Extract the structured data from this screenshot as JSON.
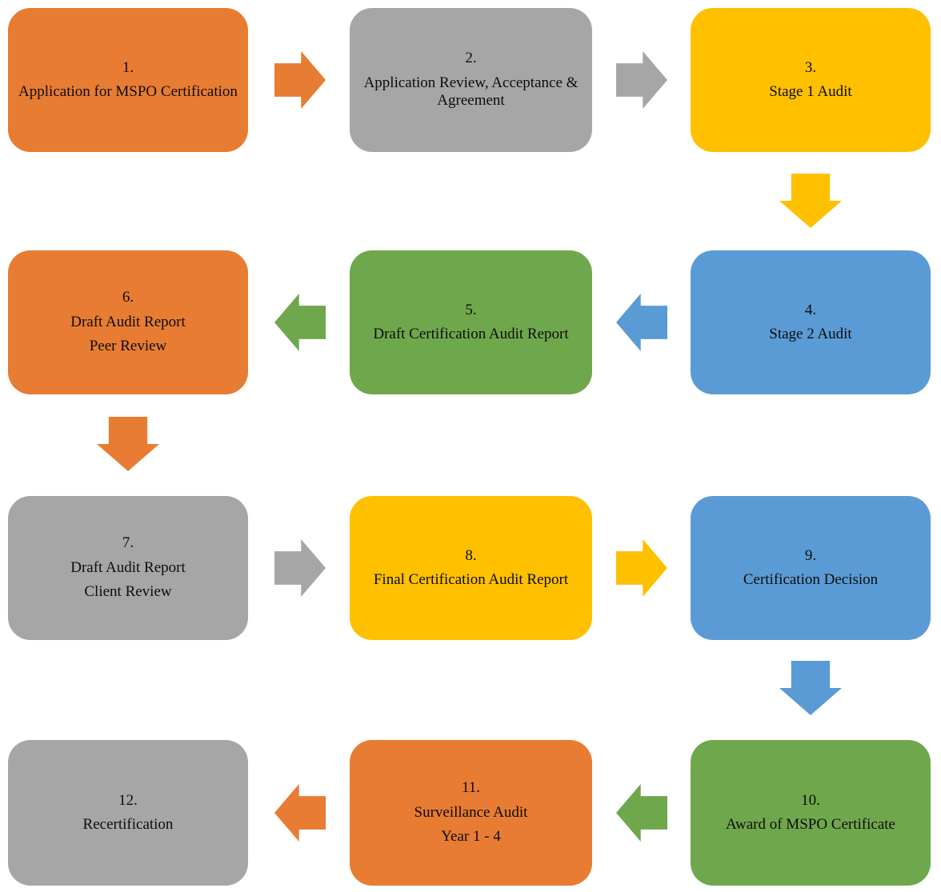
{
  "palette": {
    "orange": "#E87C33",
    "gray": "#A6A6A6",
    "yellow": "#FFC000",
    "blue": "#5B9BD5",
    "green": "#6FA84C",
    "text": "#0D0D0D",
    "background": "#FFFFFF"
  },
  "flow": {
    "steps": [
      {
        "number": "1.",
        "lines": [
          "Application for MSPO Certification"
        ],
        "color": "orange"
      },
      {
        "number": "2.",
        "lines": [
          "Application Review, Acceptance & Agreement"
        ],
        "color": "gray"
      },
      {
        "number": "3.",
        "lines": [
          "Stage 1 Audit"
        ],
        "color": "yellow"
      },
      {
        "number": "4.",
        "lines": [
          "Stage 2 Audit"
        ],
        "color": "blue"
      },
      {
        "number": "5.",
        "lines": [
          "Draft Certification Audit Report"
        ],
        "color": "green"
      },
      {
        "number": "6.",
        "lines": [
          "Draft Audit Report",
          "Peer Review"
        ],
        "color": "orange"
      },
      {
        "number": "7.",
        "lines": [
          "Draft Audit Report",
          "Client Review"
        ],
        "color": "gray"
      },
      {
        "number": "8.",
        "lines": [
          "Final Certification Audit Report"
        ],
        "color": "yellow"
      },
      {
        "number": "9.",
        "lines": [
          "Certification Decision"
        ],
        "color": "blue"
      },
      {
        "number": "10.",
        "lines": [
          "Award of MSPO Certificate"
        ],
        "color": "green"
      },
      {
        "number": "11.",
        "lines": [
          "Surveillance Audit",
          "Year 1 - 4"
        ],
        "color": "orange"
      },
      {
        "number": "12.",
        "lines": [
          "Recertification"
        ],
        "color": "gray"
      }
    ],
    "connectors": [
      {
        "from": 1,
        "to": 2,
        "direction": "right",
        "color": "orange"
      },
      {
        "from": 2,
        "to": 3,
        "direction": "right",
        "color": "gray"
      },
      {
        "from": 3,
        "to": 4,
        "direction": "down",
        "color": "yellow"
      },
      {
        "from": 4,
        "to": 5,
        "direction": "left",
        "color": "blue"
      },
      {
        "from": 5,
        "to": 6,
        "direction": "left",
        "color": "green"
      },
      {
        "from": 6,
        "to": 7,
        "direction": "down",
        "color": "orange"
      },
      {
        "from": 7,
        "to": 8,
        "direction": "right",
        "color": "gray"
      },
      {
        "from": 8,
        "to": 9,
        "direction": "right",
        "color": "yellow"
      },
      {
        "from": 9,
        "to": 10,
        "direction": "down",
        "color": "blue"
      },
      {
        "from": 10,
        "to": 11,
        "direction": "left",
        "color": "green"
      },
      {
        "from": 11,
        "to": 12,
        "direction": "left",
        "color": "orange"
      }
    ]
  }
}
